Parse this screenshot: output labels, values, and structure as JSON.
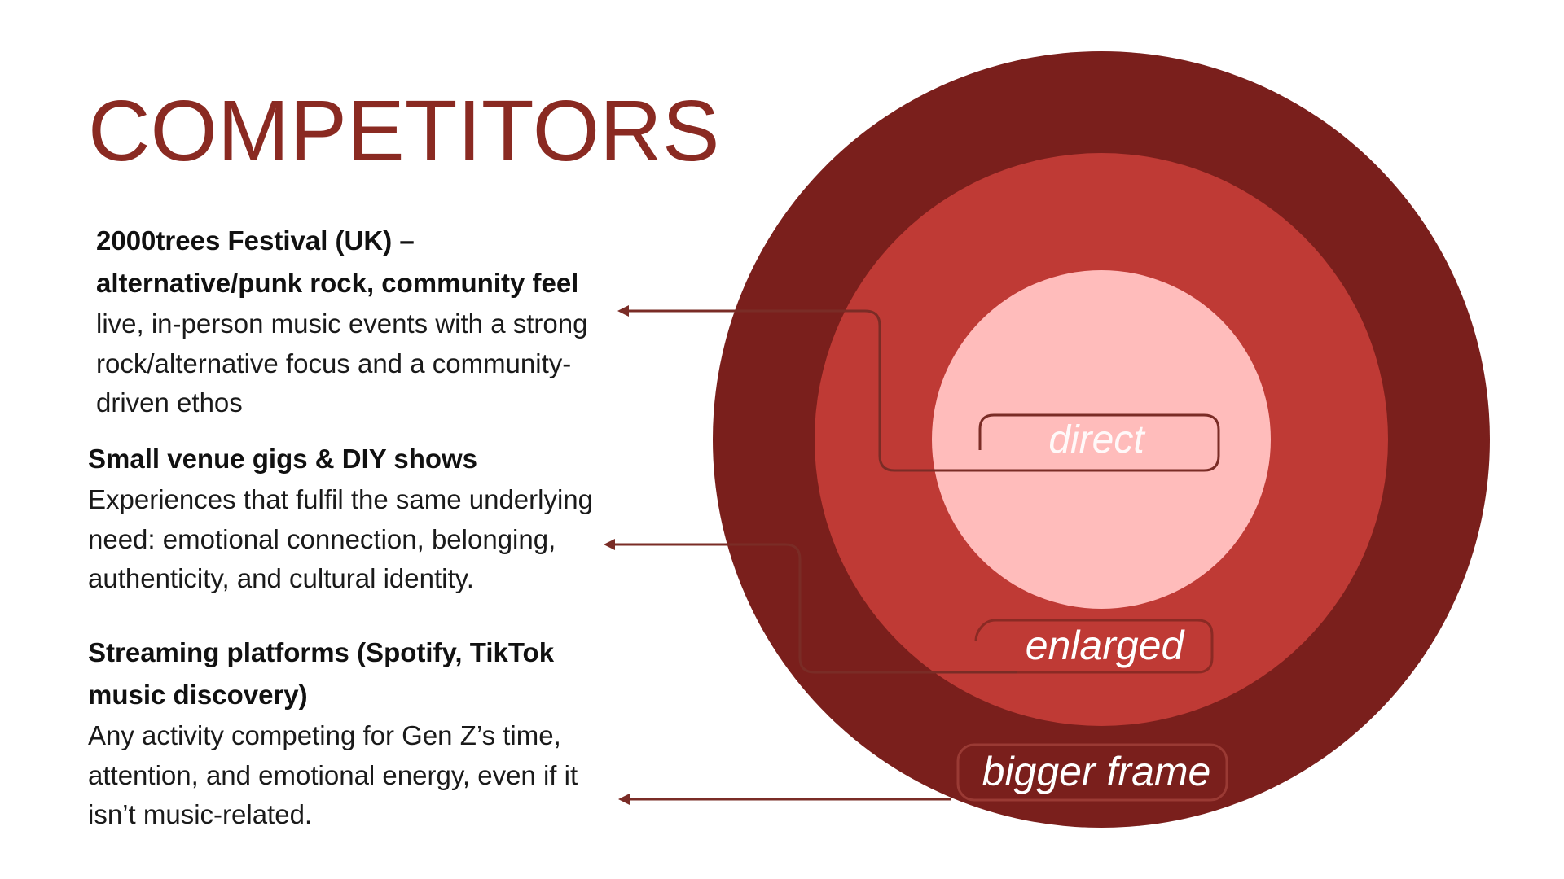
{
  "title": "COMPETITORS",
  "competitors": [
    {
      "heading_line1": "2000trees Festival (UK) –",
      "heading_line2": "alternative/punk rock, community feel",
      "description": "live, in-person music events with a strong rock/alternative focus and a community-driven ethos"
    },
    {
      "heading_line1": "Small venue gigs & DIY shows",
      "heading_line2": "",
      "description": "Experiences that fulfil the same underlying need: emotional connection, belonging, authenticity, and cultural identity."
    },
    {
      "heading_line1": "Streaming platforms (Spotify, TikTok",
      "heading_line2": "music discovery)",
      "description": "Any activity competing for Gen Z’s time, attention, and emotional energy, even if it isn’t music-related."
    }
  ],
  "diagram": {
    "rings": [
      {
        "label": "bigger frame",
        "color": "#7a1f1c"
      },
      {
        "label": "enlarged",
        "color": "#bf3a35"
      },
      {
        "label": "direct",
        "color": "#ffbcbb"
      }
    ],
    "connector_color": "#7a2c26"
  }
}
